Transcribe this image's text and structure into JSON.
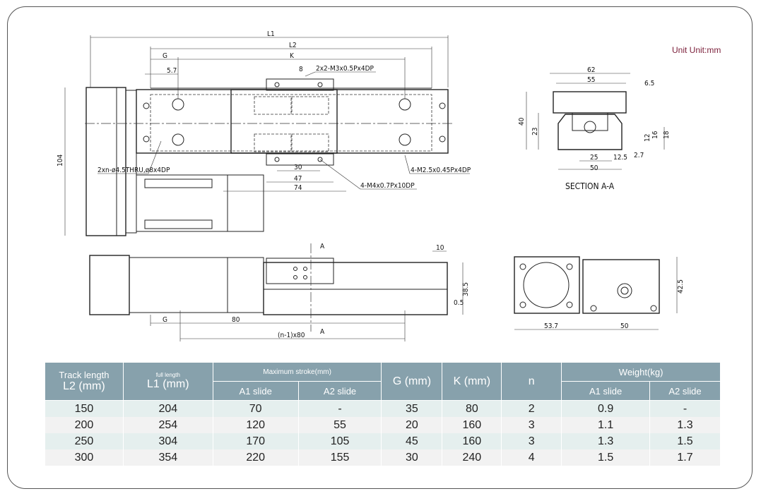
{
  "unit_label": "Unit Unit:mm",
  "drawing": {
    "top_view": {
      "L1": "L1",
      "L2": "L2",
      "G": "G",
      "K": "K",
      "dim_5_7": "5.7",
      "dim_8": "8",
      "tap_top": "2x2-M3x0.5Px4DP",
      "holes": "2xn-ø4.5THRU,ø8x4DP",
      "tap_side": "4-M2.5x0.45Px4DP",
      "dim_30": "30",
      "dim_47": "47",
      "dim_74": "74",
      "tap_slide": "4-M4x0.7Px10DP",
      "height_104": "104"
    },
    "section": {
      "dim_62": "62",
      "dim_55": "55",
      "dim_6_5": "6.5",
      "dim_40": "40",
      "dim_23": "23",
      "dim_12": "12",
      "dim_16": "16",
      "dim_18": "18",
      "dim_2_7": "2.7",
      "dim_25": "25",
      "dim_12_5": "12.5",
      "dim_50": "50",
      "title": "SECTION  A-A"
    },
    "side_view": {
      "A_top": "A",
      "A_bottom": "A",
      "dim_10": "10",
      "dim_38_5": "38.5",
      "dim_0_5": "0.5",
      "G": "G",
      "dim_80": "80",
      "pitch": "(n-1)x80"
    },
    "end_view": {
      "dim_53_7": "53.7",
      "dim_50": "50",
      "dim_42_5": "42.5"
    }
  },
  "table": {
    "headers": {
      "track_length": "Track length",
      "l2": "L2 (mm)",
      "full_length": "full length",
      "l1": "L1 (mm)",
      "max_stroke": "Maximum stroke(mm)",
      "a1_slide": "A1 slide",
      "a2_slide": "A2 slide",
      "g": "G (mm)",
      "k": "K (mm)",
      "n": "n",
      "weight": "Weight(kg)",
      "w_a1": "A1 slide",
      "w_a2": "A2 slide"
    },
    "rows": [
      [
        "150",
        "204",
        "70",
        "-",
        "35",
        "80",
        "2",
        "0.9",
        "-"
      ],
      [
        "200",
        "254",
        "120",
        "55",
        "20",
        "160",
        "3",
        "1.1",
        "1.3"
      ],
      [
        "250",
        "304",
        "170",
        "105",
        "45",
        "160",
        "3",
        "1.3",
        "1.5"
      ],
      [
        "300",
        "354",
        "220",
        "155",
        "30",
        "240",
        "4",
        "1.5",
        "1.7"
      ]
    ]
  }
}
